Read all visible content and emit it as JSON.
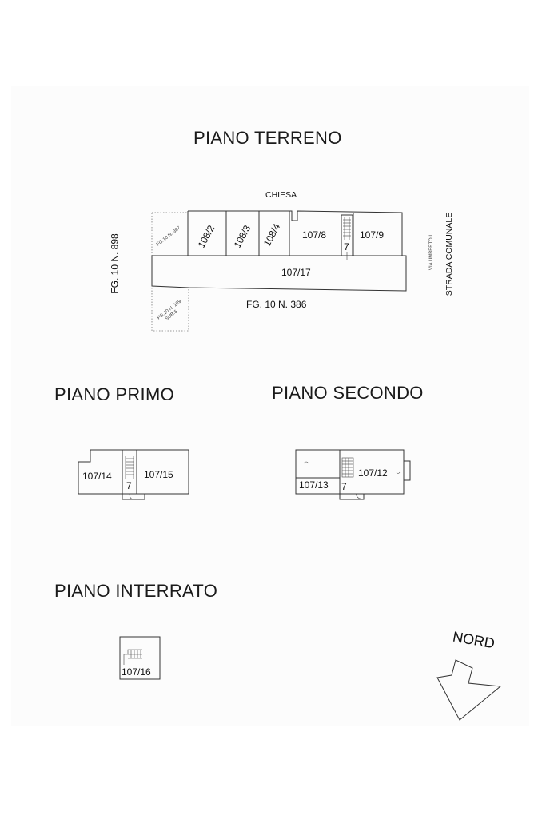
{
  "headings": {
    "ground": "PIANO TERRENO",
    "first": "PIANO PRIMO",
    "second": "PIANO SECONDO",
    "basement": "PIANO INTERRATO"
  },
  "ground_floor": {
    "top_neighbor": "CHIESA",
    "bottom_neighbor": "FG. 10 N. 386",
    "left_neighbor": "FG. 10 N. 898",
    "street_small": "VIA UMBERTO I",
    "street": "STRADA COMUNALE",
    "lot_387": "FG.10 N. 387",
    "lot_109": "FG.10 N. 109",
    "lot_109_sub": "SUB.6",
    "units": [
      "108/2",
      "108/3",
      "108/4",
      "107/8",
      "107/9",
      "107/17"
    ],
    "stair_unit": "7"
  },
  "first_floor": {
    "units": [
      "107/14",
      "107/15"
    ],
    "stair_unit": "7"
  },
  "second_floor": {
    "units": [
      "107/13",
      "107/12"
    ],
    "stair_unit": "7"
  },
  "basement_floor": {
    "units": [
      "107/16"
    ]
  },
  "compass": {
    "label": "NORD"
  }
}
